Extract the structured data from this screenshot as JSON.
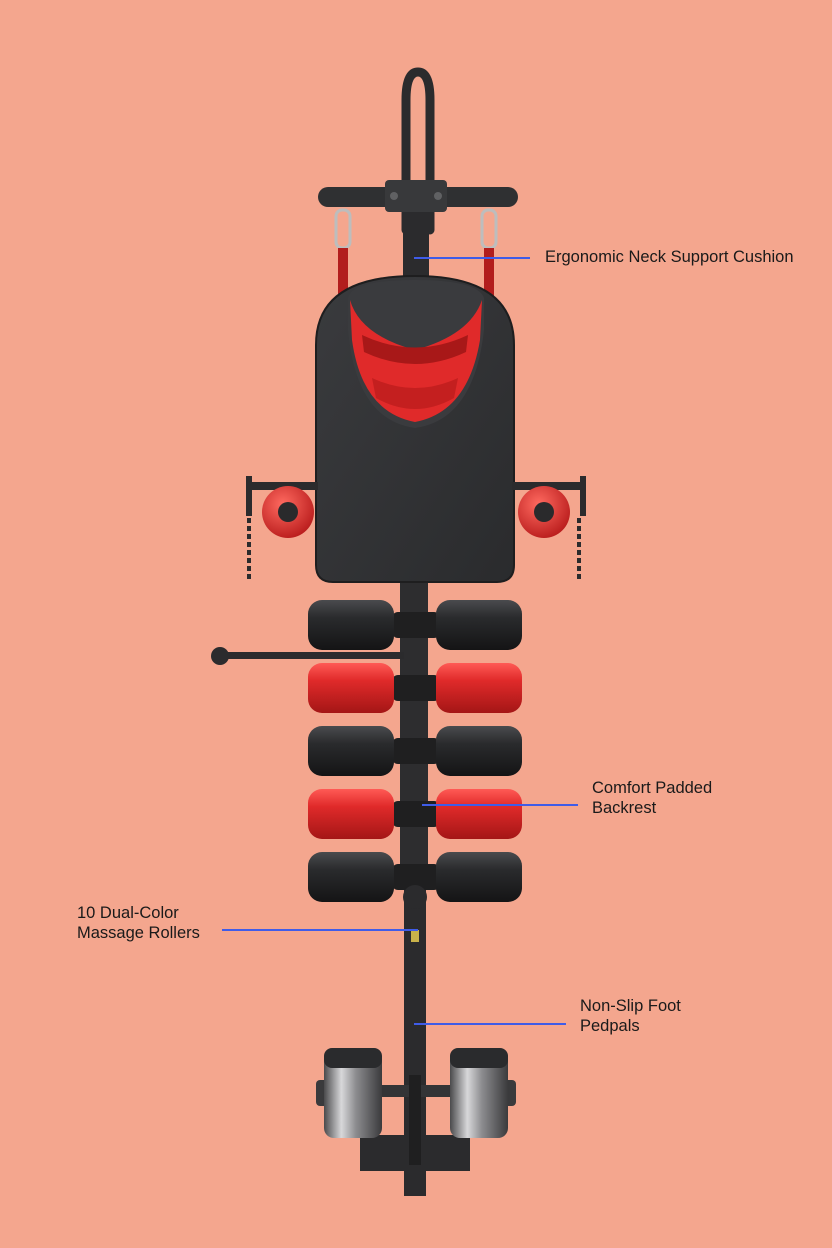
{
  "colors": {
    "background": "#f4a68e",
    "frame": "#2b2b2d",
    "pad_dark": "#2e2f31",
    "roller_black": "#242527",
    "roller_red": "#e02a2a",
    "leader_line": "#3f5ce8"
  },
  "callouts": {
    "neck": {
      "line1": "Ergonomic Neck Support Cushion"
    },
    "backrest": {
      "line1": "Comfort Padded",
      "line2": "Backrest"
    },
    "rollers": {
      "line1": "10 Dual-Color",
      "line2": "Massage Rollers"
    },
    "foot": {
      "line1": "Non-Slip Foot",
      "line2": "Pedpals"
    }
  },
  "product": {
    "roller_rows": [
      "black",
      "red",
      "black",
      "red",
      "black"
    ]
  }
}
